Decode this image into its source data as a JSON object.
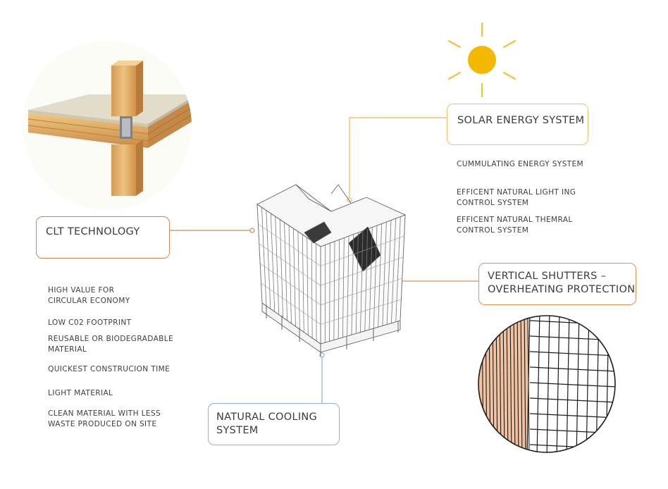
{
  "colors": {
    "clt": "#c98a5a",
    "solar": "#f0c36a",
    "sun": "#f5b800",
    "sun_rays": "#f3c23b",
    "shutters": "#e0914a",
    "cooling": "#8ab0dc",
    "timber": "#e3b277"
  },
  "callouts": {
    "clt": {
      "lines": [
        "CLT TECHNOLOGY"
      ]
    },
    "solar": {
      "lines": [
        "SOLAR ENERGY SYSTEM"
      ]
    },
    "shutters": {
      "lines": [
        "VERTICAL SHUTTERS –",
        "OVERHEATING PROTECTION"
      ]
    },
    "cooling": {
      "lines": [
        "NATURAL COOLING",
        "SYSTEM"
      ]
    }
  },
  "solar_notes": [
    {
      "lines": [
        "CUMMULATING ENERGY SYSTEM"
      ]
    },
    {
      "lines": [
        "EFFICENT NATURAL LIGHT ING",
        "CONTROL SYSTEM"
      ]
    },
    {
      "lines": [
        "EFFICENT NATURAL THEMRAL",
        "CONTROL SYSTEM"
      ]
    }
  ],
  "clt_notes": [
    {
      "lines": [
        "HIGH VALUE FOR",
        "CIRCULAR ECONOMY"
      ]
    },
    {
      "lines": [
        "LOW C02 FOOTPRINT"
      ]
    },
    {
      "lines": [
        "REUSABLE OR BIODEGRADABLE",
        "MATERIAL"
      ]
    },
    {
      "lines": [
        "QUICKEST CONSTRUCION TIME"
      ]
    },
    {
      "lines": [
        "LIGHT MATERIAL"
      ]
    },
    {
      "lines": [
        "CLEAN MATERIAL WITH LESS",
        "WASTE PRODUCED ON SITE"
      ]
    }
  ],
  "icons": {
    "sun": "sun-icon",
    "clt_detail": "clt-joint-detail",
    "building": "building-axonometric",
    "shutter_detail": "shutter-detail"
  }
}
